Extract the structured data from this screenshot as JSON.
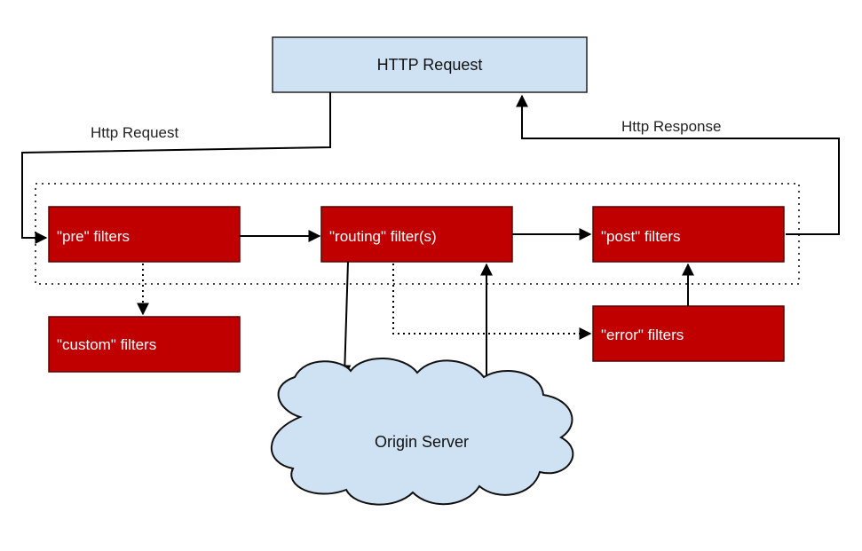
{
  "colors": {
    "filter_fill": "#c00000",
    "filter_stroke": "#5a0000",
    "request_fill": "#cfe2f3",
    "cloud_fill": "#cfe2f3",
    "line": "#000000"
  },
  "nodes": {
    "http_request_box": "HTTP Request",
    "pre_filters": "\"pre\" filters",
    "routing_filters": "\"routing\" filter(s)",
    "post_filters": "\"post\" filters",
    "custom_filters": "\"custom\" filters",
    "error_filters": "\"error\" filters",
    "origin_server": "Origin Server"
  },
  "edge_labels": {
    "http_request": "Http Request",
    "http_response": "Http Response"
  }
}
